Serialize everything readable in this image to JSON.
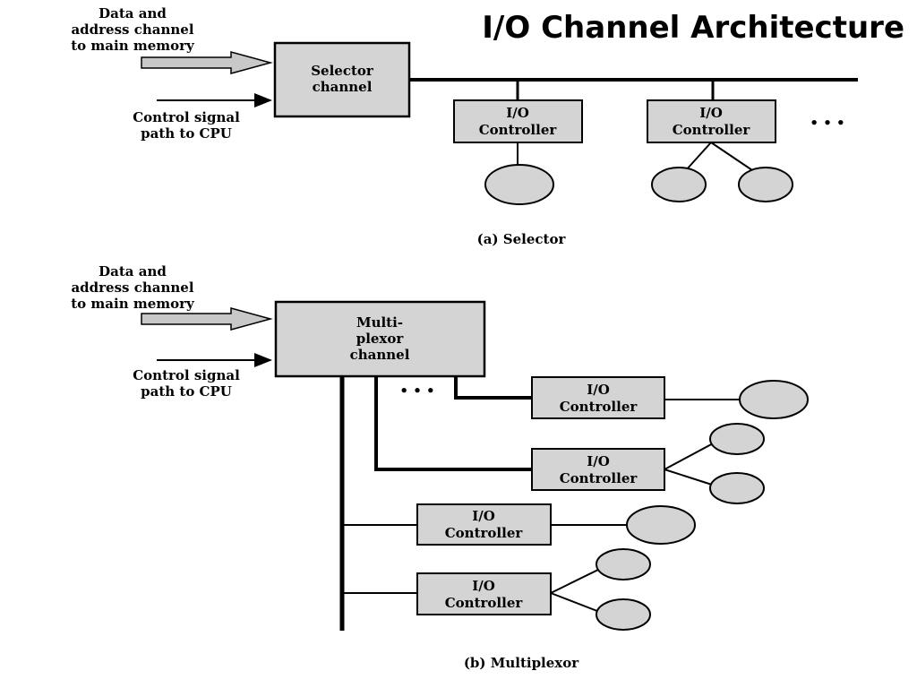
{
  "title": "I/O Channel Architecture",
  "selector": {
    "data_path_label": [
      "Data and",
      "address channel",
      "to main memory"
    ],
    "control_path_label": [
      "Control signal",
      "path to CPU"
    ],
    "channel_label": [
      "Selector",
      "channel"
    ],
    "controllers": [
      "I/O|Controller",
      "I/O|Controller"
    ],
    "ellipsis": "• • •",
    "caption": "(a) Selector"
  },
  "multiplexor": {
    "data_path_label": [
      "Data and",
      "address channel",
      "to main memory"
    ],
    "control_path_label": [
      "Control signal",
      "path to CPU"
    ],
    "channel_label": [
      "Multi-",
      "plexor",
      "channel"
    ],
    "controllers": [
      "I/O|Controller",
      "I/O|Controller",
      "I/O|Controller",
      "I/O|Controller"
    ],
    "ellipsis": "• • •",
    "caption": "(b) Multiplexor"
  },
  "colors": {
    "fill": "#d4d4d4",
    "stroke": "#000000",
    "background": "#ffffff"
  }
}
